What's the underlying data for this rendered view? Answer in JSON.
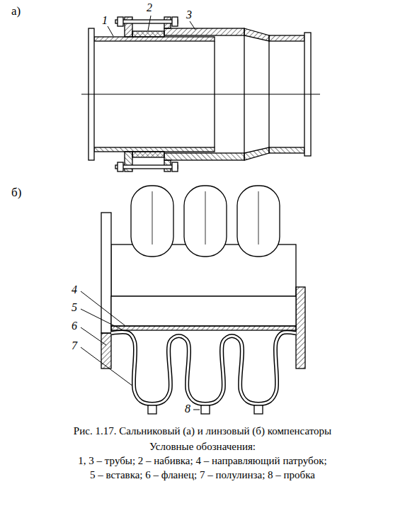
{
  "diagram": {
    "caption": "Рис. 1.17. Сальниковый (а) и линзовый (б) компенсаторы",
    "labels": [
      "а)",
      "1",
      "2",
      "3",
      "б)",
      "4",
      "5",
      "6",
      "7",
      "8",
      "Условные обозначения:",
      "1, 3 – трубы; 2 – набивка; 4 – направляющий патрубок;",
      "5 – вставка; 6 – фланец; 7 – полулинза; 8 – пробка"
    ]
  }
}
